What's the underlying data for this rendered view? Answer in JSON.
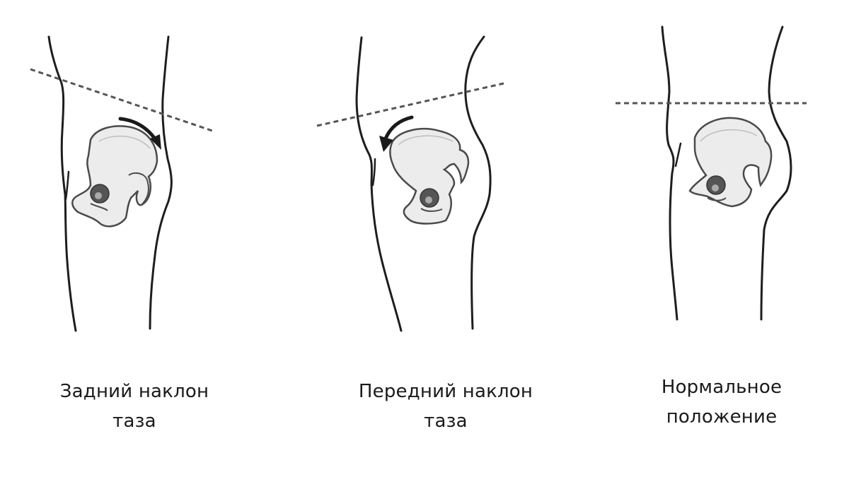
{
  "diagram": {
    "subject": "pelvic tilt positions",
    "line_color": "#1e1e1e",
    "bone_fill": "#ececec",
    "bone_stroke": "#4a4a4a",
    "dashed_line_color": "#555555",
    "panels": [
      {
        "id": "posterior",
        "caption_line1": "Задний наклон",
        "caption_line2": "таза",
        "tilt_line": "slopes downward to the right",
        "rotation_arrow": "clockwise"
      },
      {
        "id": "anterior",
        "caption_line1": "Передний наклон",
        "caption_line2": "таза",
        "tilt_line": "slopes upward to the right",
        "rotation_arrow": "counter-clockwise"
      },
      {
        "id": "neutral",
        "caption_line1": "Нормальное",
        "caption_line2": "положение",
        "tilt_line": "horizontal",
        "rotation_arrow": "none"
      }
    ]
  }
}
